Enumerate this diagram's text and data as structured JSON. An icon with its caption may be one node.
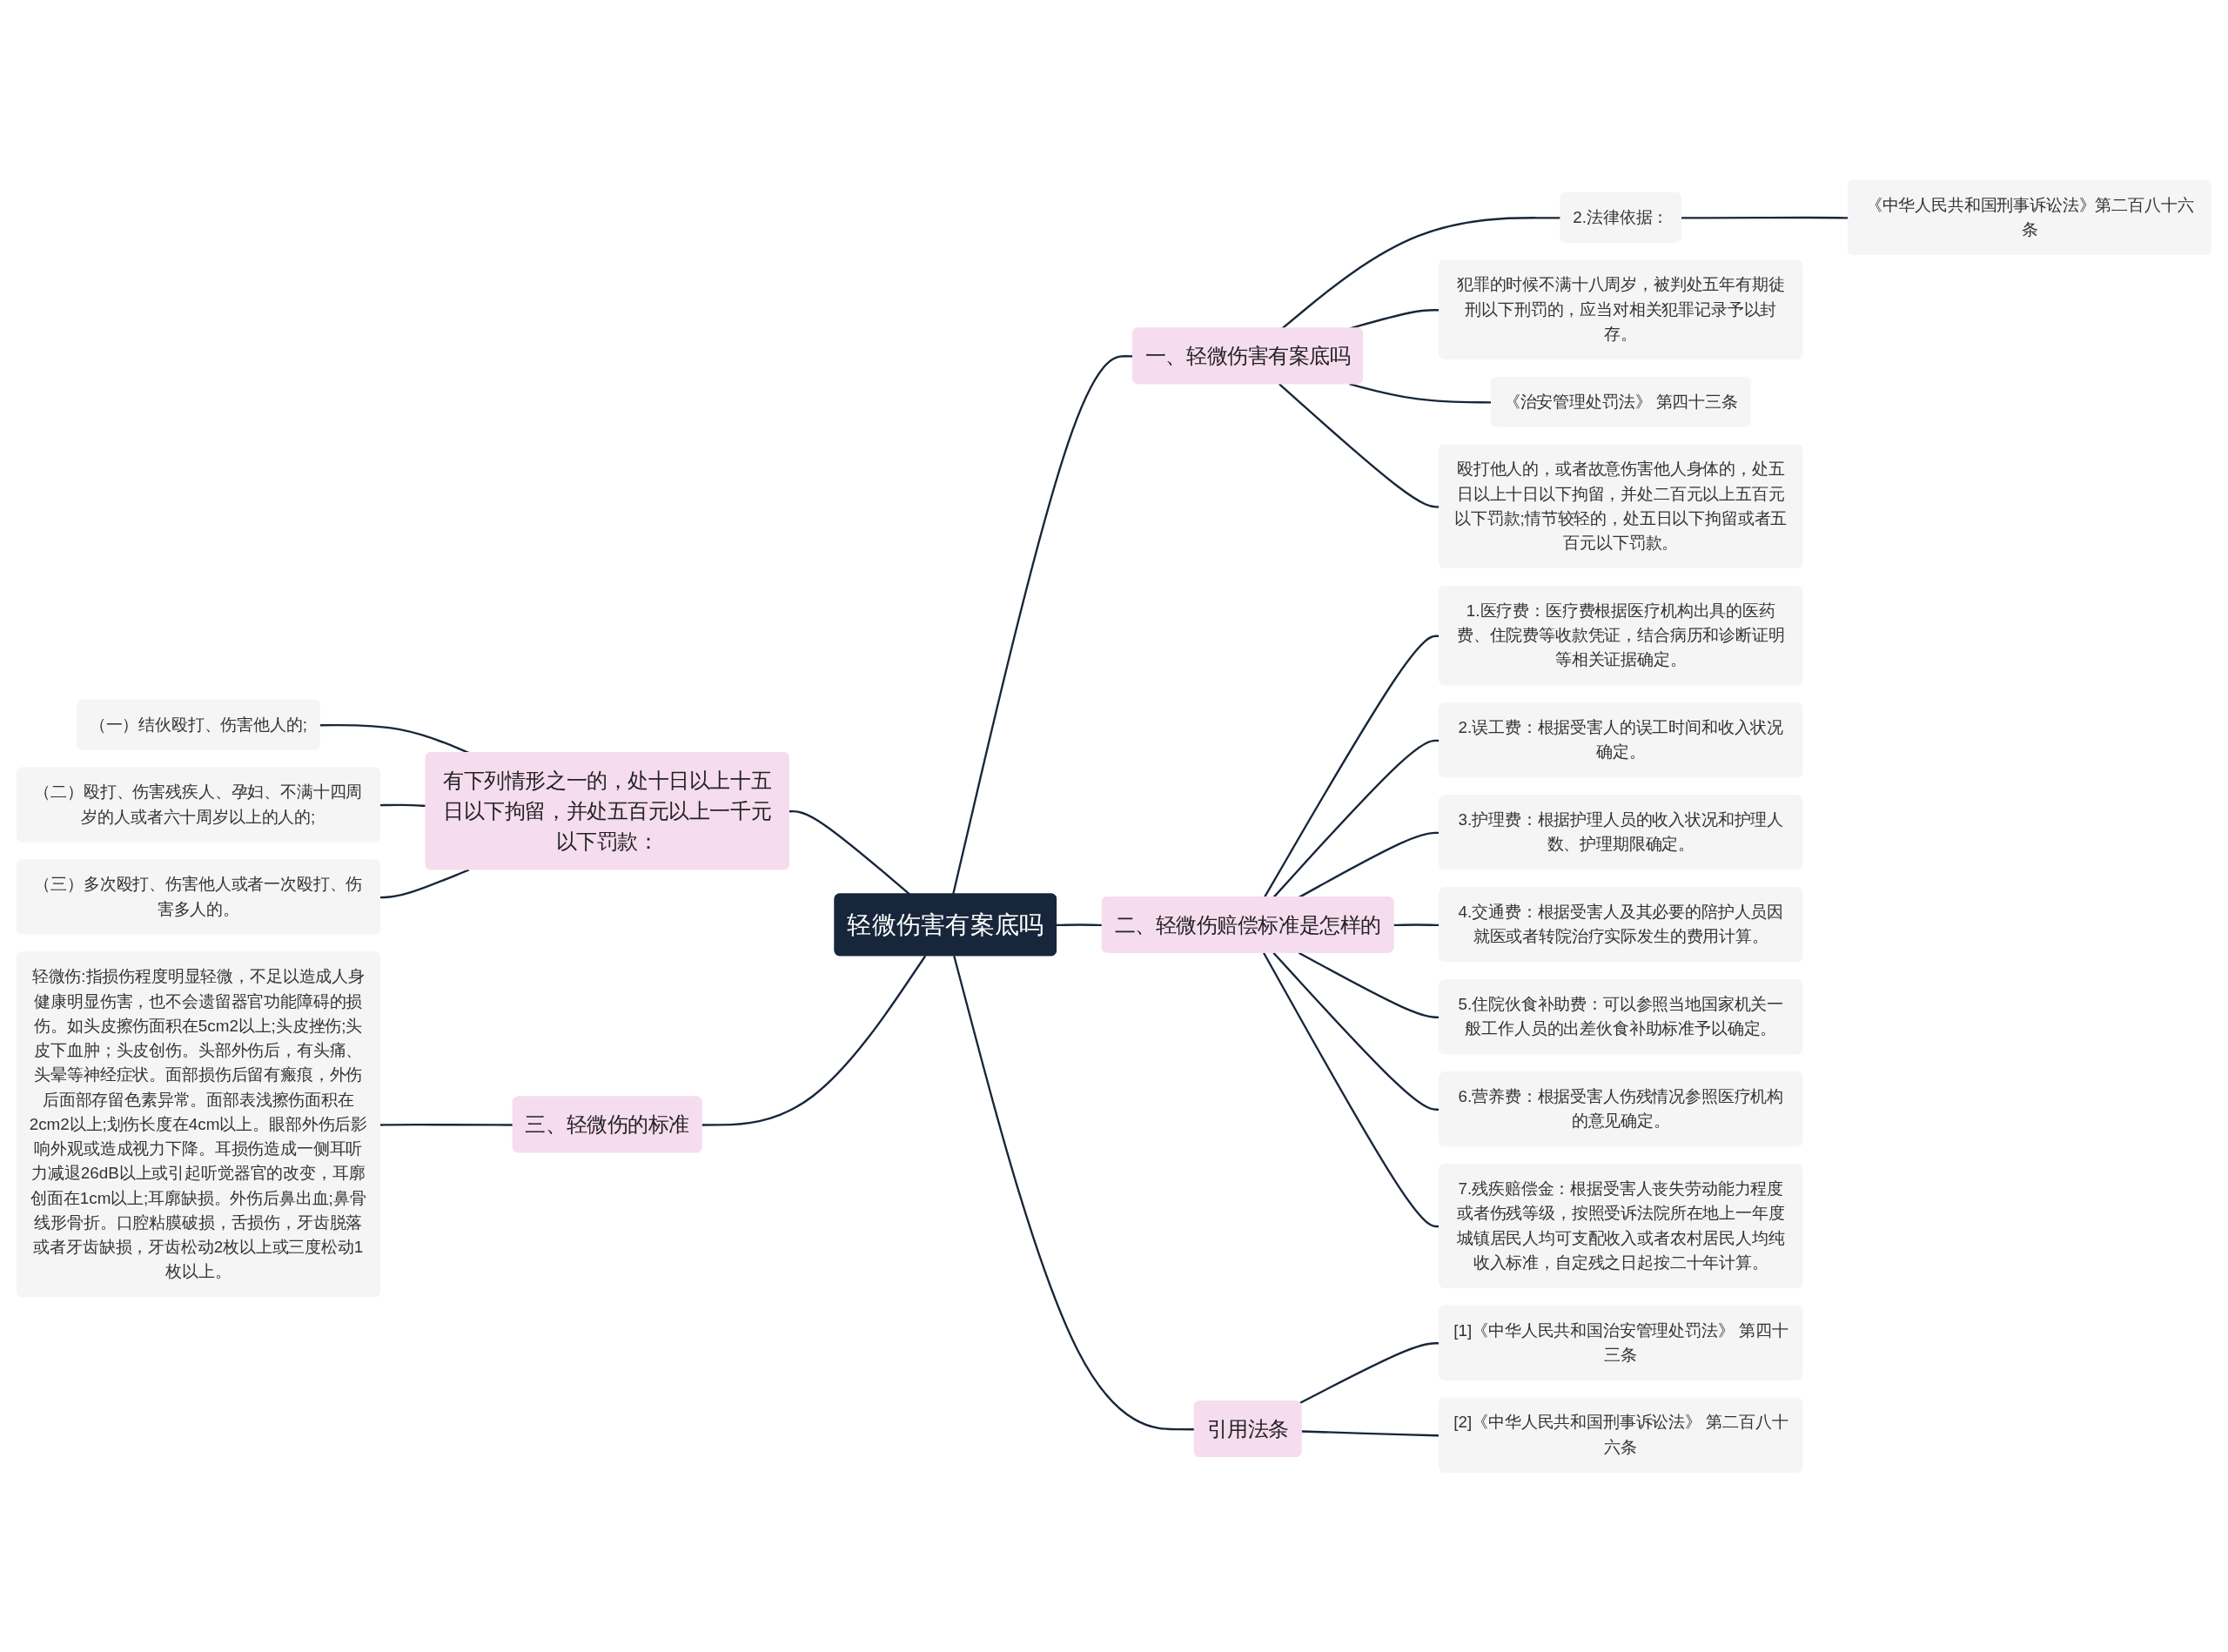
{
  "diagram": {
    "nodes": [
      {
        "text": [
          "轻微伤害有案底吗"
        ]
      },
      {
        "text": [
          "一、轻微伤害有案底吗"
        ]
      },
      {
        "text": [
          "2.法律依据："
        ]
      },
      {
        "text": [
          "《中华人民共和国刑事诉讼法》第二百八十六条"
        ]
      },
      {
        "text": [
          "犯罪的时候不满十八周岁，被判处五年有期徒刑以下刑罚的，应当对相关犯罪记录予以封存。"
        ]
      },
      {
        "text": [
          "《治安管理处罚法》 第四十三条"
        ]
      },
      {
        "text": [
          "殴打他人的，或者故意伤害他人身体的，处五日以上十日以下拘留，并处二百元以上五百元以下罚款;情节较轻的，处五日以下拘留或者五百元以下罚款。"
        ]
      },
      {
        "text": [
          "二、轻微伤赔偿标准是怎样的"
        ]
      },
      {
        "text": [
          "1.医疗费：医疗费根据医疗机构出具的医药费、住院费等收款凭证，结合病历和诊断证明等相关证据确定。"
        ]
      },
      {
        "text": [
          "2.误工费：根据受害人的误工时间和收入状况确定。"
        ]
      },
      {
        "text": [
          "3.护理费：根据护理人员的收入状况和护理人数、护理期限确定。"
        ]
      },
      {
        "text": [
          "4.交通费：根据受害人及其必要的陪护人员因就医或者转院治疗实际发生的费用计算。"
        ]
      },
      {
        "text": [
          "5.住院伙食补助费：可以参照当地国家机关一般工作人员的出差伙食补助标准予以确定。"
        ]
      },
      {
        "text": [
          "6.营养费：根据受害人伤残情况参照医疗机构的意见确定。"
        ]
      },
      {
        "text": [
          "7.残疾赔偿金：根据受害人丧失劳动能力程度或者伤残等级，按照受诉法院所在地上一年度城镇居民人均可支配收入或者农村居民人均纯收入标准，自定残之日起按二十年计算。"
        ]
      },
      {
        "text": [
          "引用法条"
        ]
      },
      {
        "text": [
          "[1]《中华人民共和国治安管理处罚法》 第四十三条"
        ]
      },
      {
        "text": [
          "[2]《中华人民共和国刑事诉讼法》 第二百八十六条"
        ]
      },
      {
        "text": [
          "（一）结伙殴打、伤害他人的;"
        ]
      },
      {
        "text": [
          "（二）殴打、伤害残疾人、孕妇、不满十四周岁的人或者六十周岁以上的人的;"
        ]
      },
      {
        "text": [
          "（三）多次殴打、伤害他人或者一次殴打、伤害多人的。"
        ]
      },
      {
        "text": [
          "有下列情形之一的，处十日以上十五日以下拘留，并处五百元以上一千元以下罚款："
        ]
      },
      {
        "text": [
          "轻微伤:指损伤程度明显轻微，不足以造成人身健康明显伤害，也不会遗留器官功能障碍的损伤。如头皮擦伤面积在5cm2以上;头皮挫伤;头皮下血肿；头皮创伤。头部外伤后，有头痛、头晕等神经症状。面部损伤后留有瘢痕，外伤后面部存留色素异常。面部表浅擦伤面积在2cm2以上;划伤长度在4cm以上。眼部外伤后影响外观或造成视力下降。耳损伤造成一侧耳听力减退26dB以上或引起听觉器官的改变，耳廓创面在1cm以上;耳廓缺损。外伤后鼻出血;鼻骨线形骨折。口腔粘膜破损，舌损伤，牙齿脱落或者牙齿缺损，牙齿松动2枚以上或三度松动1枚以上。"
        ]
      },
      {
        "text": [
          "三、轻微伤的标准"
        ]
      }
    ],
    "edges": [
      {
        "from": 0,
        "to": 1,
        "arrow": "none"
      },
      {
        "from": 1,
        "to": 2,
        "arrow": "none"
      },
      {
        "from": 2,
        "to": 3,
        "arrow": "none"
      },
      {
        "from": 1,
        "to": 4,
        "arrow": "none"
      },
      {
        "from": 1,
        "to": 5,
        "arrow": "none"
      },
      {
        "from": 1,
        "to": 6,
        "arrow": "none"
      },
      {
        "from": 0,
        "to": 7,
        "arrow": "none"
      },
      {
        "from": 7,
        "to": 8,
        "arrow": "none"
      },
      {
        "from": 7,
        "to": 9,
        "arrow": "none"
      },
      {
        "from": 7,
        "to": 10,
        "arrow": "none"
      },
      {
        "from": 7,
        "to": 11,
        "arrow": "none"
      },
      {
        "from": 7,
        "to": 12,
        "arrow": "none"
      },
      {
        "from": 7,
        "to": 13,
        "arrow": "none"
      },
      {
        "from": 7,
        "to": 14,
        "arrow": "none"
      },
      {
        "from": 0,
        "to": 15,
        "arrow": "none"
      },
      {
        "from": 15,
        "to": 16,
        "arrow": "none"
      },
      {
        "from": 15,
        "to": 17,
        "arrow": "none"
      },
      {
        "from": 18,
        "to": 21,
        "arrow": "none"
      },
      {
        "from": 19,
        "to": 21,
        "arrow": "none"
      },
      {
        "from": 20,
        "to": 21,
        "arrow": "none"
      },
      {
        "from": 21,
        "to": 0,
        "arrow": "none"
      },
      {
        "from": 22,
        "to": 23,
        "arrow": "none"
      },
      {
        "from": 23,
        "to": 0,
        "arrow": "none"
      }
    ]
  }
}
